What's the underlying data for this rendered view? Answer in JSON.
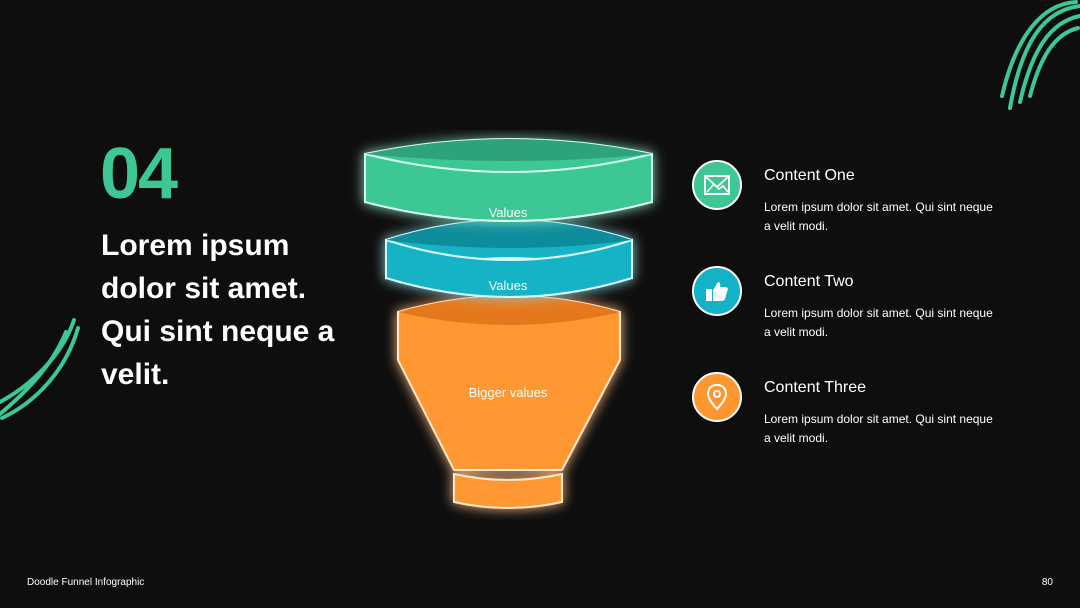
{
  "slide": {
    "number_label": "04",
    "headline": "Lorem ipsum dolor sit amet. Qui sint neque a velit.",
    "footer_title": "Doodle Funnel Infographic",
    "page_number": "80"
  },
  "funnel": {
    "segments": [
      {
        "label": "Values",
        "color": "#3cc795"
      },
      {
        "label": "Values",
        "color": "#12b3c6"
      },
      {
        "label": "Bigger values",
        "color": "#ff9731"
      }
    ]
  },
  "items": [
    {
      "title": "Content One",
      "text": "Lorem ipsum dolor sit amet. Qui sint neque a velit modi.",
      "icon": "image-icon",
      "color": "#3cc795"
    },
    {
      "title": "Content Two",
      "text": "Lorem ipsum dolor sit amet. Qui sint neque a velit modi.",
      "icon": "thumbs-up-icon",
      "color": "#12b3c6"
    },
    {
      "title": "Content Three",
      "text": "Lorem ipsum dolor sit amet. Qui sint neque a velit modi.",
      "icon": "location-pin-icon",
      "color": "#ff9731"
    }
  ],
  "colors": {
    "accent_green": "#3cc795",
    "accent_cyan": "#12b3c6",
    "accent_orange": "#ff9731",
    "background": "#0e0e0e"
  }
}
